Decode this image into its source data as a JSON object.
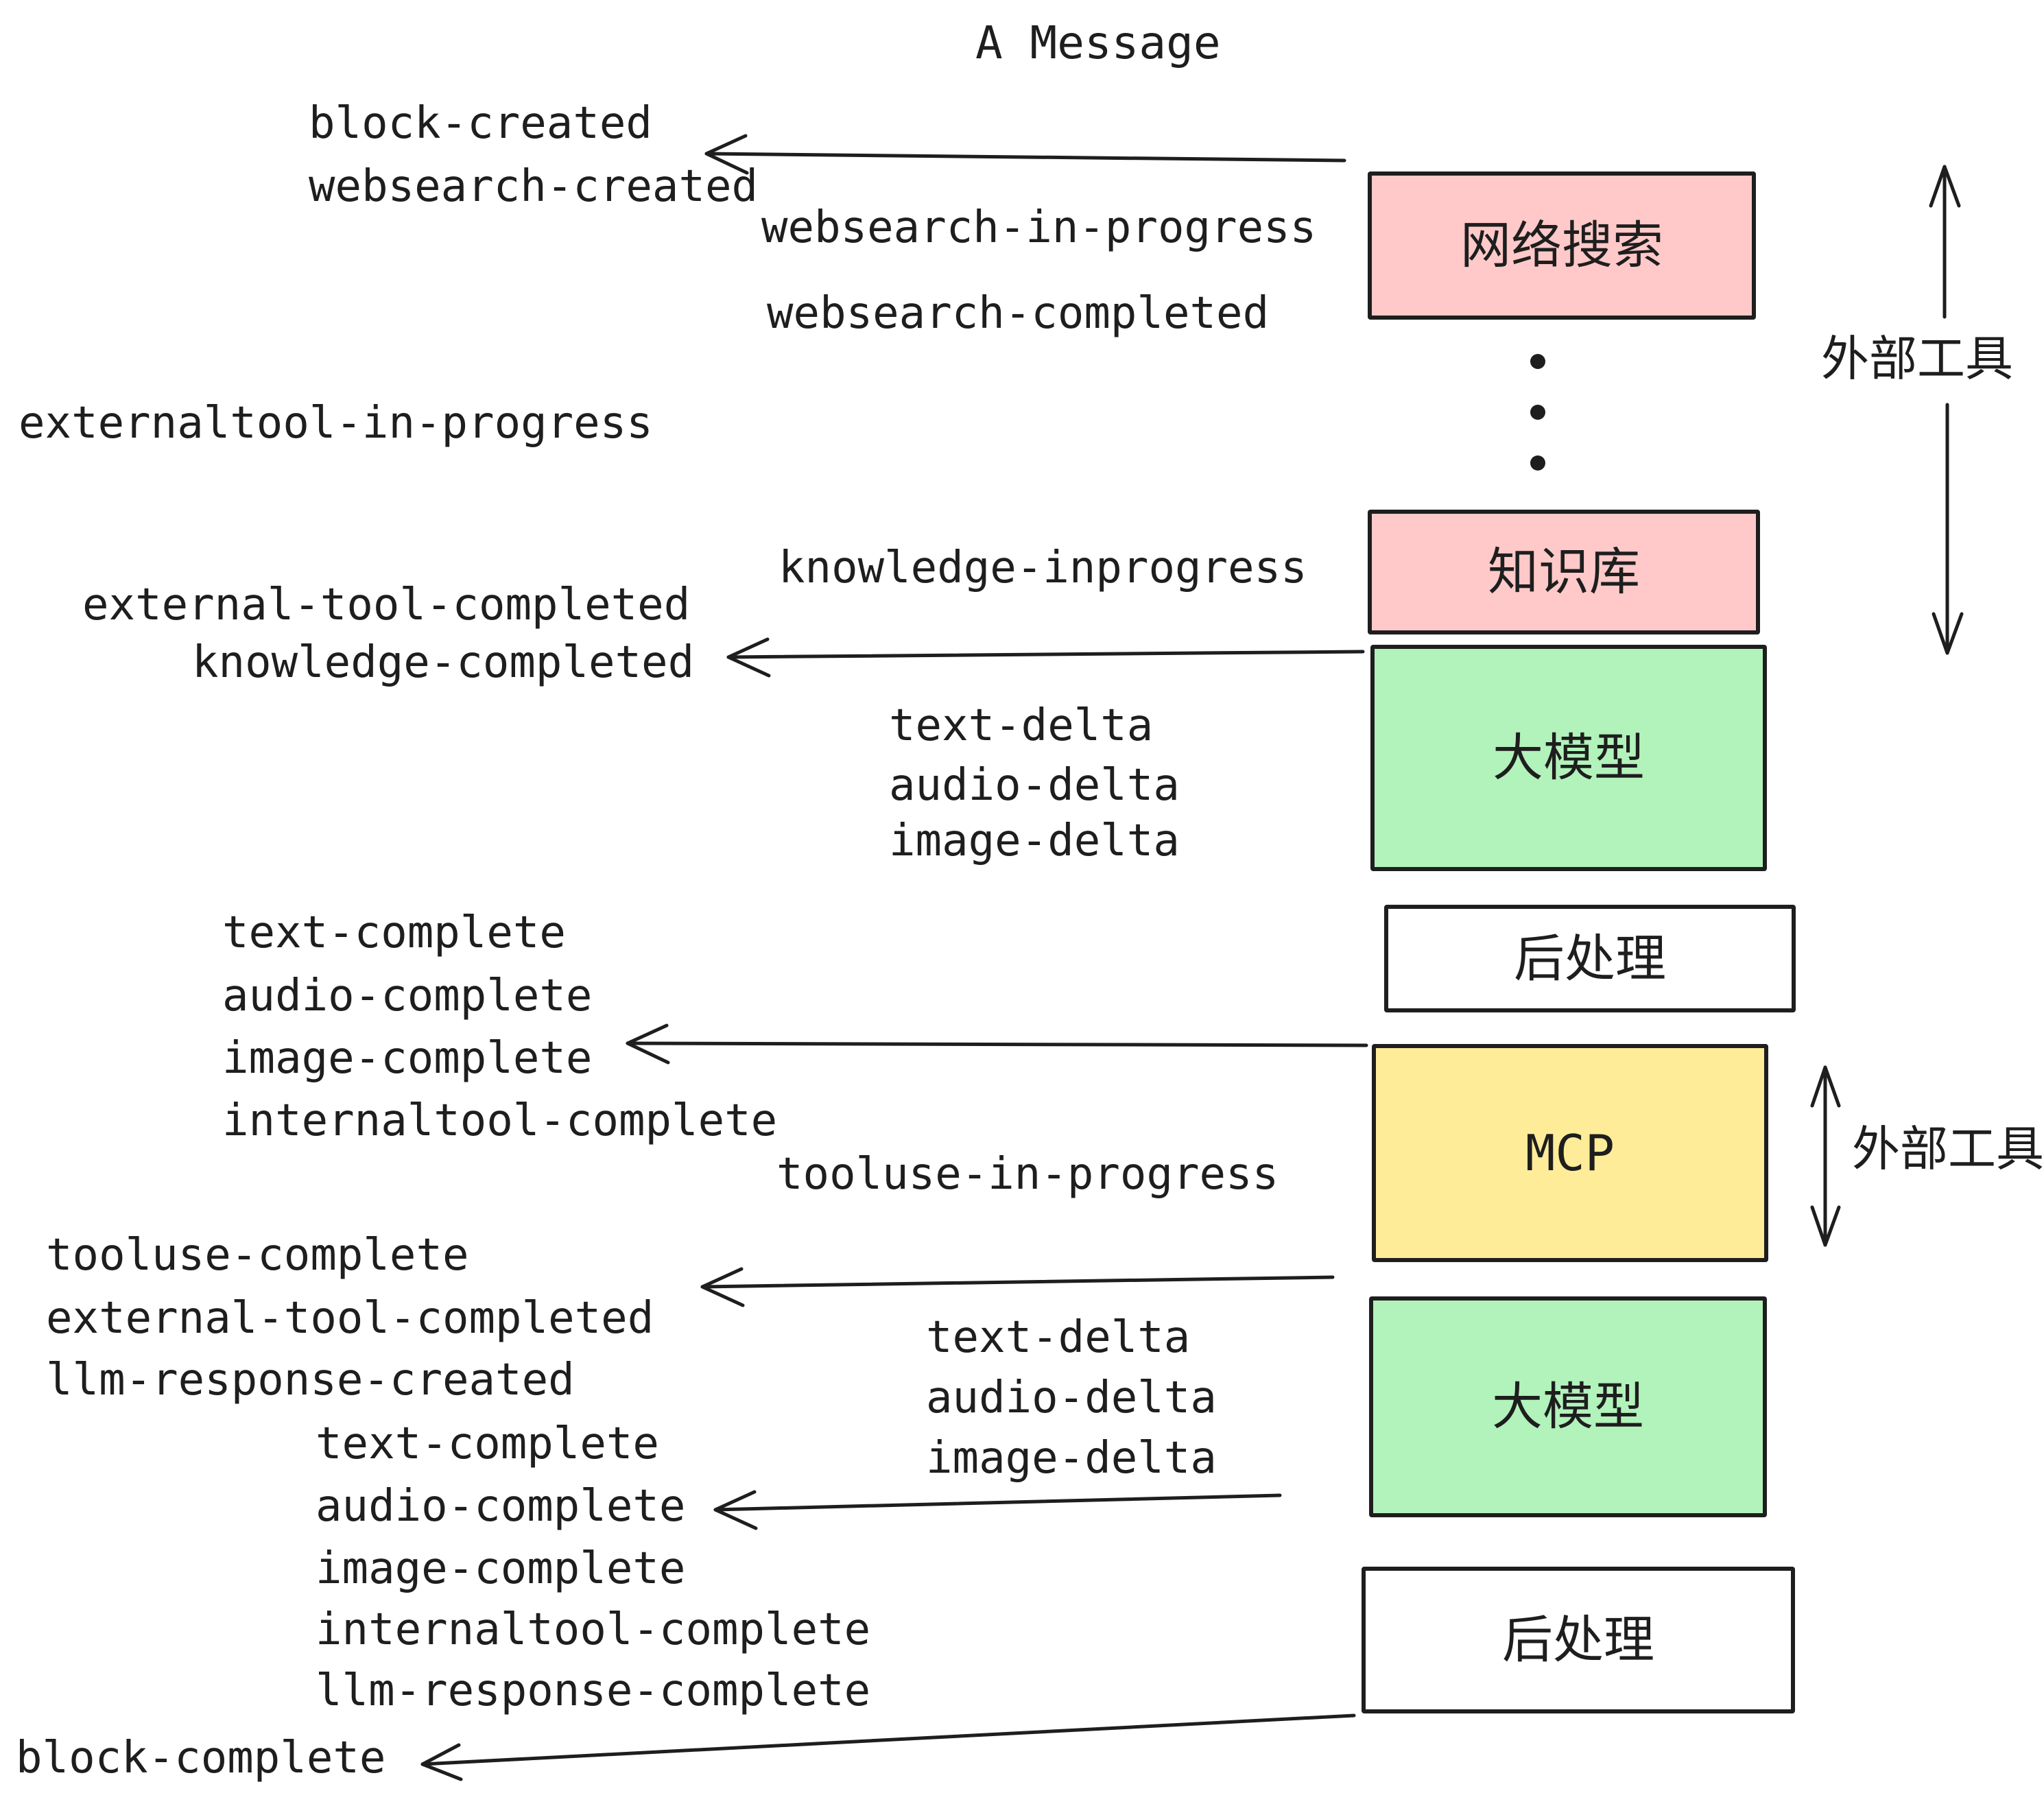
{
  "title": "A Message",
  "colors": {
    "ink": "#1e1e1e",
    "pink": "#ffc9c9",
    "green": "#b2f2bb",
    "yellow": "#ffec99",
    "white": "#ffffff"
  },
  "nodes": {
    "websearch": "网络搜索",
    "knowledge": "知识库",
    "llm1": "大模型",
    "post1": "后处理",
    "mcp": "MCP",
    "llm2": "大模型",
    "post2": "后处理"
  },
  "side_labels": {
    "external_tools_top": "外部工具",
    "external_tools_mid": "外部工具"
  },
  "events": {
    "block_created": "block-created",
    "websearch_created": "websearch-created",
    "websearch_in_progress": "websearch-in-progress",
    "websearch_completed": "websearch-completed",
    "externaltool_in_progress": "externaltool-in-progress",
    "knowledge_inprogress": "knowledge-inprogress",
    "external_tool_completed_1": "external-tool-completed",
    "knowledge_completed": "knowledge-completed",
    "text_delta_1": "text-delta",
    "audio_delta_1": "audio-delta",
    "image_delta_1": "image-delta",
    "text_complete_1": "text-complete",
    "audio_complete_1": "audio-complete",
    "image_complete_1": "image-complete",
    "internaltool_complete_1": "internaltool-complete",
    "tooluse_in_progress": "tooluse-in-progress",
    "tooluse_complete": "tooluse-complete",
    "external_tool_completed_2": "external-tool-completed",
    "llm_response_created": "llm-response-created",
    "text_delta_2": "text-delta",
    "audio_delta_2": "audio-delta",
    "image_delta_2": "image-delta",
    "text_complete_2": "text-complete",
    "audio_complete_2": "audio-complete",
    "image_complete_2": "image-complete",
    "internaltool_complete_2": "internaltool-complete",
    "llm_response_complete": "llm-response-complete",
    "block_complete": "block-complete"
  }
}
